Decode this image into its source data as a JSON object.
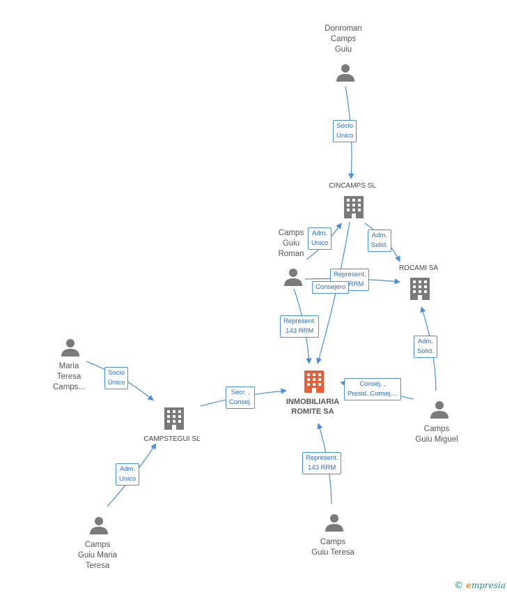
{
  "colors": {
    "edge": "#4a90d9",
    "person": "#7a7a7a",
    "company": "#7a7a7a",
    "main": "#e8603a"
  },
  "nodes": {
    "donroman": {
      "kind": "person",
      "lines": [
        "Donroman",
        "Camps",
        "Guiu"
      ]
    },
    "cincamps": {
      "kind": "company",
      "lines": [
        "CINCAMPS SL"
      ]
    },
    "camps_roman": {
      "kind": "person",
      "lines": [
        "Camps",
        "Guiu",
        "Roman"
      ]
    },
    "rocami": {
      "kind": "company",
      "lines": [
        "ROCAMI SA"
      ]
    },
    "maria": {
      "kind": "person",
      "lines": [
        "Maria",
        "Teresa",
        "Camps..."
      ]
    },
    "inmobiliaria": {
      "kind": "main",
      "lines": [
        "INMOBILIARIA",
        "ROMITE SA"
      ]
    },
    "campstegui": {
      "kind": "company",
      "lines": [
        "CAMPSTEGUI SL"
      ]
    },
    "camps_miguel": {
      "kind": "person",
      "lines": [
        "Camps",
        "Guiu Miguel"
      ]
    },
    "camps_maria_teresa": {
      "kind": "person",
      "lines": [
        "Camps",
        "Guiu Maria",
        "Teresa"
      ]
    },
    "camps_teresa": {
      "kind": "person",
      "lines": [
        "Camps",
        "Guiu Teresa"
      ]
    }
  },
  "edges": [
    {
      "id": "e1",
      "lines": [
        "Socio",
        "Único"
      ]
    },
    {
      "id": "e2",
      "lines": [
        "Adm.",
        "Unico"
      ]
    },
    {
      "id": "e3",
      "lines": [
        "Adm.",
        "Solid."
      ]
    },
    {
      "id": "e4",
      "lines": [
        "Represent.",
        "143 RRM"
      ]
    },
    {
      "id": "e5",
      "lines": [
        "Consejero"
      ]
    },
    {
      "id": "e6",
      "lines": [
        "Represent.",
        "143 RRM"
      ]
    },
    {
      "id": "e7",
      "lines": [
        "Adm.",
        "Solid."
      ]
    },
    {
      "id": "e8",
      "lines": [
        "Consej. ,",
        "Presid.,Consej...."
      ]
    },
    {
      "id": "e9",
      "lines": [
        "Socio",
        "Único"
      ]
    },
    {
      "id": "e10",
      "lines": [
        "Secr. ,",
        "Consej."
      ]
    },
    {
      "id": "e11",
      "lines": [
        "Adm.",
        "Unico"
      ]
    },
    {
      "id": "e12",
      "lines": [
        "Represent.",
        "143 RRM"
      ]
    }
  ],
  "footer": {
    "copyright": "©",
    "brand_initial": "e",
    "brand_rest": "mpresia"
  }
}
